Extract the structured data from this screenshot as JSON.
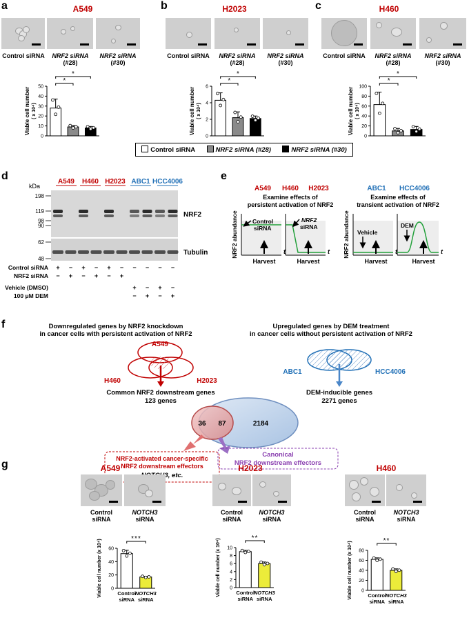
{
  "panel_letters": {
    "a": "a",
    "b": "b",
    "c": "c",
    "d": "d",
    "e": "e",
    "f": "f",
    "g": "g"
  },
  "colors": {
    "red": "#c00000",
    "blue": "#1f6fb6",
    "grey_bar": "#8a8a8a",
    "black_bar": "#000000",
    "yellow_bar": "#ecec3a",
    "green_line": "#22a03a",
    "purple": "#8a3fb0"
  },
  "panel_a": {
    "title": "A549",
    "image_labels": [
      {
        "l1": "Control siRNA",
        "l2": ""
      },
      {
        "l1": "NRF2 siRNA",
        "l2": "(#28)"
      },
      {
        "l1": "NRF2 siRNA",
        "l2": "(#30)"
      }
    ],
    "ylabel": "Viable cell number",
    "yunit": "( x 10⁴)",
    "sig": [
      "*",
      "*"
    ]
  },
  "panel_b": {
    "title": "H2023",
    "image_labels": [
      {
        "l1": "Control siRNA",
        "l2": ""
      },
      {
        "l1": "NRF2 siRNA",
        "l2": "(#28)"
      },
      {
        "l1": "NRF2 siRNA",
        "l2": "(#30)"
      }
    ],
    "ylabel": "Viable cell number",
    "yunit": "( x 10⁴)",
    "sig": [
      "*",
      "*"
    ]
  },
  "panel_c": {
    "title": "H460",
    "image_labels": [
      {
        "l1": "Control siRNA",
        "l2": ""
      },
      {
        "l1": "NRF2 siRNA",
        "l2": "(#28)"
      },
      {
        "l1": "NRF2 siRNA",
        "l2": "(#30)"
      }
    ],
    "ylabel": "Viable cell number",
    "yunit": "( x 10⁴)",
    "sig": [
      "*",
      "*"
    ]
  },
  "legend_abc": [
    "Control siRNA",
    "NRF2 siRNA (#28)",
    "NRF2 siRNA (#30)"
  ],
  "chart_data": [
    {
      "type": "bar",
      "panel": "a",
      "title": "",
      "categories": [
        "Control siRNA",
        "NRF2 siRNA (#28)",
        "NRF2 siRNA (#30)"
      ],
      "values": [
        28,
        9,
        8
      ],
      "errors": [
        9,
        1.5,
        1.5
      ],
      "ylim": [
        0,
        50
      ],
      "yticks": [
        0,
        10,
        20,
        30,
        40,
        50
      ],
      "ylabel": "Viable cell number"
    },
    {
      "type": "bar",
      "panel": "b",
      "title": "",
      "categories": [
        "Control siRNA",
        "NRF2 siRNA (#28)",
        "NRF2 siRNA (#30)"
      ],
      "values": [
        4.3,
        2.2,
        2.1
      ],
      "errors": [
        0.9,
        0.7,
        0.3
      ],
      "ylim": [
        0,
        6
      ],
      "yticks": [
        0,
        2,
        4,
        6
      ],
      "ylabel": "Viable cell number"
    },
    {
      "type": "bar",
      "panel": "c",
      "title": "",
      "categories": [
        "Control siRNA",
        "NRF2 siRNA (#28)",
        "NRF2 siRNA (#30)"
      ],
      "values": [
        63,
        10,
        13
      ],
      "errors": [
        25,
        5,
        6
      ],
      "ylim": [
        0,
        100
      ],
      "yticks": [
        0,
        20,
        40,
        60,
        80,
        100
      ],
      "ylabel": "Viable cell number"
    },
    {
      "type": "bar",
      "panel": "g-A549",
      "title": "A549",
      "categories": [
        "Control siRNA",
        "NOTCH3 siRNA"
      ],
      "values": [
        52,
        17
      ],
      "errors": [
        5,
        1
      ],
      "ylim": [
        0,
        60
      ],
      "yticks": [
        0,
        20,
        40,
        60
      ],
      "ylabel": "Viable cell number (x 10⁴)",
      "sig": "***"
    },
    {
      "type": "bar",
      "panel": "g-H2023",
      "title": "H2023",
      "categories": [
        "Control siRNA",
        "NOTCH3 siRNA"
      ],
      "values": [
        9.0,
        6.0
      ],
      "errors": [
        0.3,
        0.4
      ],
      "ylim": [
        0,
        10
      ],
      "yticks": [
        0,
        2,
        4,
        6,
        8,
        10
      ],
      "ylabel": "Viable cell number (x 10⁴)",
      "sig": "**"
    },
    {
      "type": "bar",
      "panel": "g-H460",
      "title": "H460",
      "categories": [
        "Control siRNA",
        "NOTCH3 siRNA"
      ],
      "values": [
        62,
        40
      ],
      "errors": [
        3,
        3
      ],
      "ylim": [
        0,
        80
      ],
      "yticks": [
        0,
        20,
        40,
        60,
        80
      ],
      "ylabel": "Viable cell number (x 10⁴)",
      "sig": "**"
    }
  ],
  "panel_d": {
    "lanes": [
      "A549",
      "H460",
      "H2023",
      "ABC1",
      "HCC4006"
    ],
    "kda_label": "kDa",
    "markers": [
      "198",
      "119",
      "98",
      "90",
      "62",
      "48"
    ],
    "bands": [
      "NRF2",
      "Tubulin"
    ],
    "rows": [
      {
        "label": "Control siRNA",
        "signs": [
          "+",
          "−",
          "+",
          "−",
          "+",
          "−",
          "−",
          "−",
          "−",
          "−"
        ]
      },
      {
        "label": "NRF2 siRNA",
        "signs": [
          "−",
          "+",
          "−",
          "+",
          "−",
          "+",
          "",
          "",
          "",
          ""
        ]
      },
      {
        "label": "Vehicle (DMSO)",
        "signs": [
          "",
          "",
          "",
          "",
          "",
          "",
          "+",
          "−",
          "+",
          "−"
        ]
      },
      {
        "label": "100 μM DEM",
        "signs": [
          "",
          "",
          "",
          "",
          "",
          "",
          "−",
          "+",
          "−",
          "+"
        ]
      }
    ]
  },
  "panel_e": {
    "left_lines": [
      "A549",
      "H460",
      "H2023"
    ],
    "left_title": [
      "Examine effects of",
      "persistent activation of NRF2"
    ],
    "right_lines": [
      "ABC1",
      "HCC4006"
    ],
    "right_title": [
      "Examine effects of",
      "transient activation of NRF2"
    ],
    "ylabel": "NRF2 abundance",
    "t": "t",
    "harvest": "Harvest",
    "control": [
      "Control",
      "siRNA"
    ],
    "nrf2": [
      "NRF2",
      "siRNA"
    ],
    "vehicle": "Vehicle",
    "dem": "DEM"
  },
  "panel_f": {
    "left_header": [
      "Downregulated genes by NRF2 knockdown",
      "in cancer cells with persistent activation of NRF2"
    ],
    "right_header": [
      "Upregulated genes by DEM treatment",
      "in cancer cells without persistent activation of NRF2"
    ],
    "venn_left": [
      "A549",
      "H460",
      "H2023"
    ],
    "venn_right": [
      "ABC1",
      "HCC4006"
    ],
    "common": [
      "Common NRF2 downstream genes",
      "123 genes"
    ],
    "dem": [
      "DEM-inducible genes",
      "2271 genes"
    ],
    "counts": [
      "36",
      "87",
      "2184"
    ],
    "box_red": [
      "NRF2-activated cancer-specific",
      "NRF2 downstream effectors",
      "NOTCH3, etc."
    ],
    "box_purple": [
      "Canonical",
      "NRF2 downstream effectors"
    ]
  },
  "panel_g": {
    "titles": [
      "A549",
      "H2023",
      "H460"
    ],
    "img_labels": [
      [
        "Control",
        "siRNA"
      ],
      [
        "NOTCH3",
        "siRNA"
      ]
    ],
    "ylabel": "Viable cell number (x 10⁴)",
    "xlabels": [
      [
        "Control",
        "siRNA"
      ],
      [
        "NOTCH3",
        "siRNA"
      ]
    ]
  }
}
